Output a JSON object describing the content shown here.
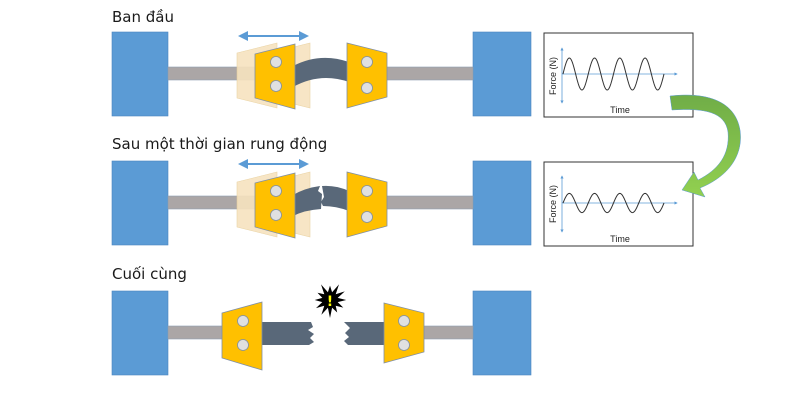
{
  "diagram": {
    "title": "",
    "stages": [
      {
        "id": "initial",
        "label": "Ban đầu",
        "connector_state": "bent-intact",
        "oscillation": true
      },
      {
        "id": "after-vibration",
        "label": "Sau một thời gian rung động",
        "connector_state": "bent-cracked",
        "oscillation": true
      },
      {
        "id": "final",
        "label": "Cuối cùng",
        "connector_state": "broken",
        "oscillation": false
      }
    ],
    "graphs": [
      {
        "id": "graph-initial",
        "ylabel": "Force (N)",
        "xlabel": "Time",
        "cycles": 4,
        "relative_amplitude": 1.0
      },
      {
        "id": "graph-after",
        "ylabel": "Force (N)",
        "xlabel": "Time",
        "cycles": 4,
        "relative_amplitude": 0.6
      }
    ],
    "burst": {
      "symbol": "!"
    },
    "transition_arrow": {
      "from": "graph-initial",
      "to": "graph-after"
    },
    "colors": {
      "block": "#5b9bd5",
      "rod": "#aba6a6",
      "connector": "#596879",
      "clamp": "#ffc000",
      "clamp_ghost": "#f7e3bf",
      "hole": "#e0e0e0",
      "motion_arrow": "#5b9bd5",
      "curve_arrow_dark": "#70ad47",
      "curve_arrow_light": "#92d050",
      "burst": "#000000",
      "burst_symbol": "#ffff00"
    }
  }
}
